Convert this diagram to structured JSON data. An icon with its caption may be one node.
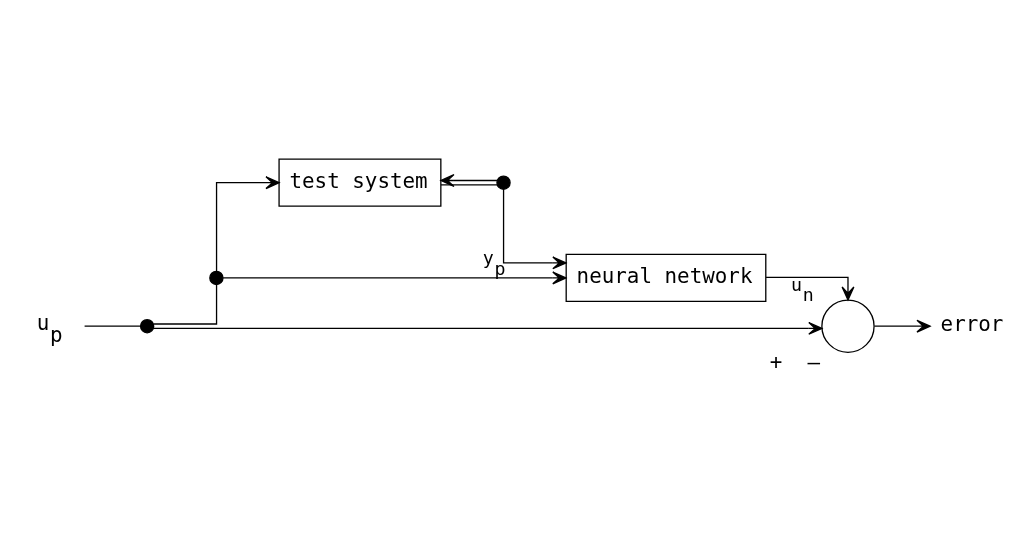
{
  "diagram": {
    "nodes": [
      {
        "text": [
          "u$_{p}$"
        ]
      },
      {
        "text": [],
        "shape": "dot"
      },
      {
        "text": [],
        "shape": "dot"
      },
      {
        "text": [
          "test system"
        ]
      },
      {
        "text": [],
        "shape": "dot"
      },
      {
        "text": [
          "neural network"
        ]
      },
      {
        "text": [],
        "shape": "circle",
        "beside": [
          "+",
          "—"
        ]
      },
      {
        "text": [
          "error"
        ]
      }
    ],
    "edges": [
      {
        "from": 0,
        "to": 1,
        "arrow": "none"
      },
      {
        "from": 1,
        "to": 2,
        "arrow": "none"
      },
      {
        "from": 2,
        "to": 3,
        "arrow": "to"
      },
      {
        "from": 1,
        "to": 6,
        "arrow": "to"
      },
      {
        "from": 2,
        "to": 5,
        "arrow": "to"
      },
      {
        "from": 3,
        "to": 4,
        "arrow": "none"
      },
      {
        "from": 4,
        "to": 3,
        "arrow": "to"
      },
      {
        "from": 4,
        "to": 5,
        "arrow": "to",
        "label": "y$_{p}$"
      },
      {
        "from": 5,
        "to": 6,
        "arrow": "to",
        "label": "u$_{n}$"
      },
      {
        "from": 6,
        "to": 7,
        "arrow": "to"
      }
    ]
  }
}
